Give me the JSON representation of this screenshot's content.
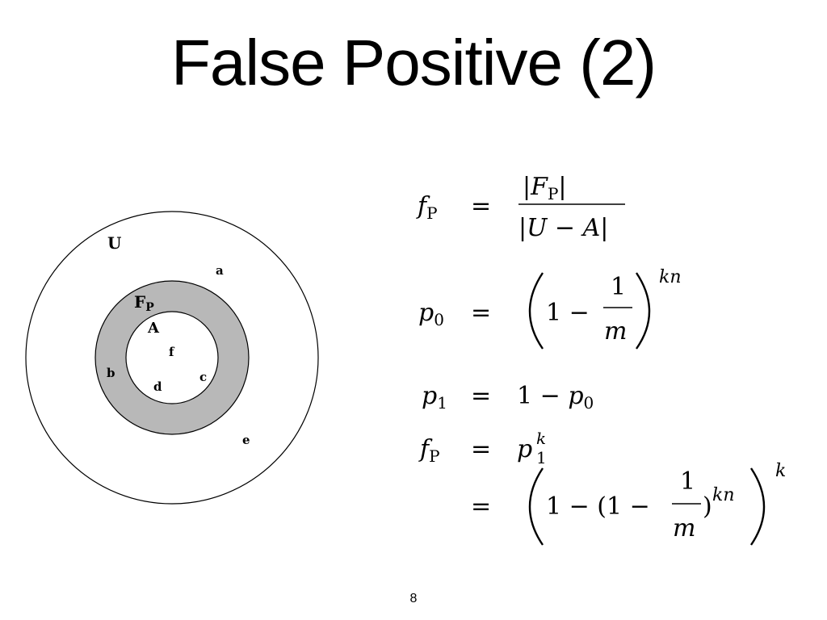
{
  "slide": {
    "title": "False Positive (2)",
    "page_number": "8"
  },
  "diagram": {
    "labels": {
      "universe": "U",
      "false_positive_set": "F",
      "false_positive_sub": "P",
      "set_a": "A",
      "element_a": "a",
      "element_b": "b",
      "element_c": "c",
      "element_d": "d",
      "element_e": "e",
      "element_f": "f"
    },
    "colors": {
      "ring_fill": "#b8b8b8",
      "stroke": "#000000"
    }
  },
  "equations": {
    "fp_sym": "f",
    "fp_sub": "P",
    "eq": "=",
    "eq1": {
      "num_open": "|",
      "num_var": "F",
      "num_sub": "P",
      "num_close": "|",
      "den": "|U − A|"
    },
    "eq2": {
      "lhs": "p",
      "lhs_sub": "0",
      "one_minus": "1 −",
      "frac_num": "1",
      "frac_den": "m",
      "exponent": "kn"
    },
    "eq3": {
      "lhs": "p",
      "lhs_sub": "1",
      "rhs_const": "1 −",
      "rhs_var": "p",
      "rhs_sub": "0"
    },
    "eq4": {
      "rhs_var": "p",
      "rhs_sup": "k",
      "rhs_sub": "1"
    },
    "eq5": {
      "inner": "1 − (1 −",
      "frac_num": "1",
      "frac_den": "m",
      "close": ")",
      "inner_exp": "kn",
      "outer_exp": "k"
    }
  }
}
